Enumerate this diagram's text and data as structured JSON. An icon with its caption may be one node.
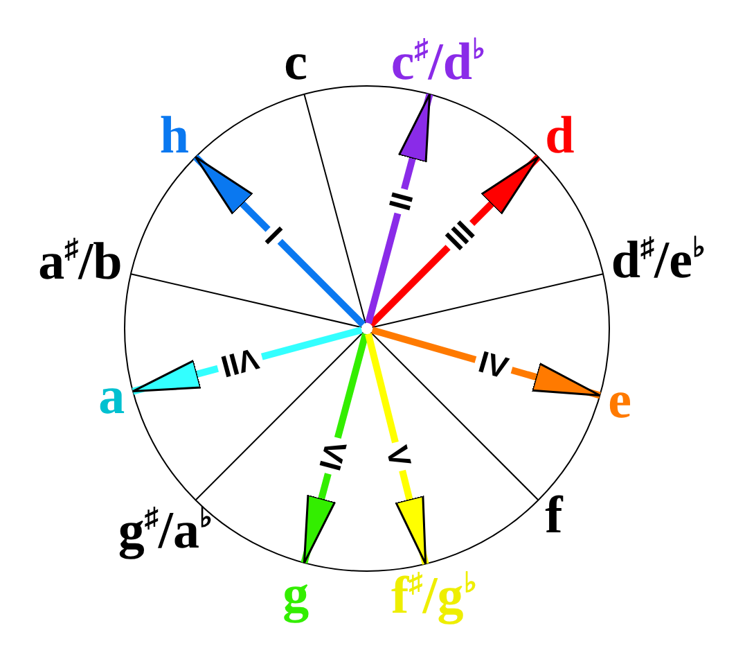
{
  "diagram": {
    "nodes": [
      {
        "text": [
          "c"
        ]
      },
      {
        "text": [
          "c$^{♯}$/d$^{♭}$"
        ]
      },
      {
        "text": [
          "h"
        ]
      },
      {
        "text": [
          "d"
        ]
      },
      {
        "text": [
          "a$^{♯}$/b"
        ]
      },
      {
        "text": [
          "d$^{♯}$/e$^{♭}$"
        ]
      },
      {
        "text": [
          "a"
        ]
      },
      {
        "text": [
          "e"
        ]
      },
      {
        "text": [
          "g$^{♯}$/a$^{♭}$"
        ]
      },
      {
        "text": [
          "f"
        ]
      },
      {
        "text": [
          "g"
        ]
      },
      {
        "text": [
          "f$^{♯}$/g$^{♭}$"
        ]
      }
    ],
    "edges": [
      {
        "from": null,
        "to": 2,
        "arrow": "to",
        "label": "I",
        "color": "#0a78f0"
      },
      {
        "from": null,
        "to": 1,
        "arrow": "to",
        "label": "II",
        "color": "#8a2be8"
      },
      {
        "from": null,
        "to": 3,
        "arrow": "to",
        "label": "III",
        "color": "#ff0000"
      },
      {
        "from": null,
        "to": 7,
        "arrow": "to",
        "label": "IV",
        "color": "#ff7a00"
      },
      {
        "from": null,
        "to": 11,
        "arrow": "to",
        "label": "V",
        "color": "#ffff00"
      },
      {
        "from": null,
        "to": 10,
        "arrow": "to",
        "label": "VI",
        "color": "#33ee00"
      },
      {
        "from": null,
        "to": 6,
        "arrow": "to",
        "label": "VII",
        "color": "#33ffff"
      },
      {
        "from": null,
        "to": 0,
        "arrow": "none"
      },
      {
        "from": null,
        "to": 5,
        "arrow": "none"
      },
      {
        "from": null,
        "to": 9,
        "arrow": "none"
      },
      {
        "from": null,
        "to": 8,
        "arrow": "none"
      },
      {
        "from": null,
        "to": 4,
        "arrow": "none"
      }
    ]
  }
}
